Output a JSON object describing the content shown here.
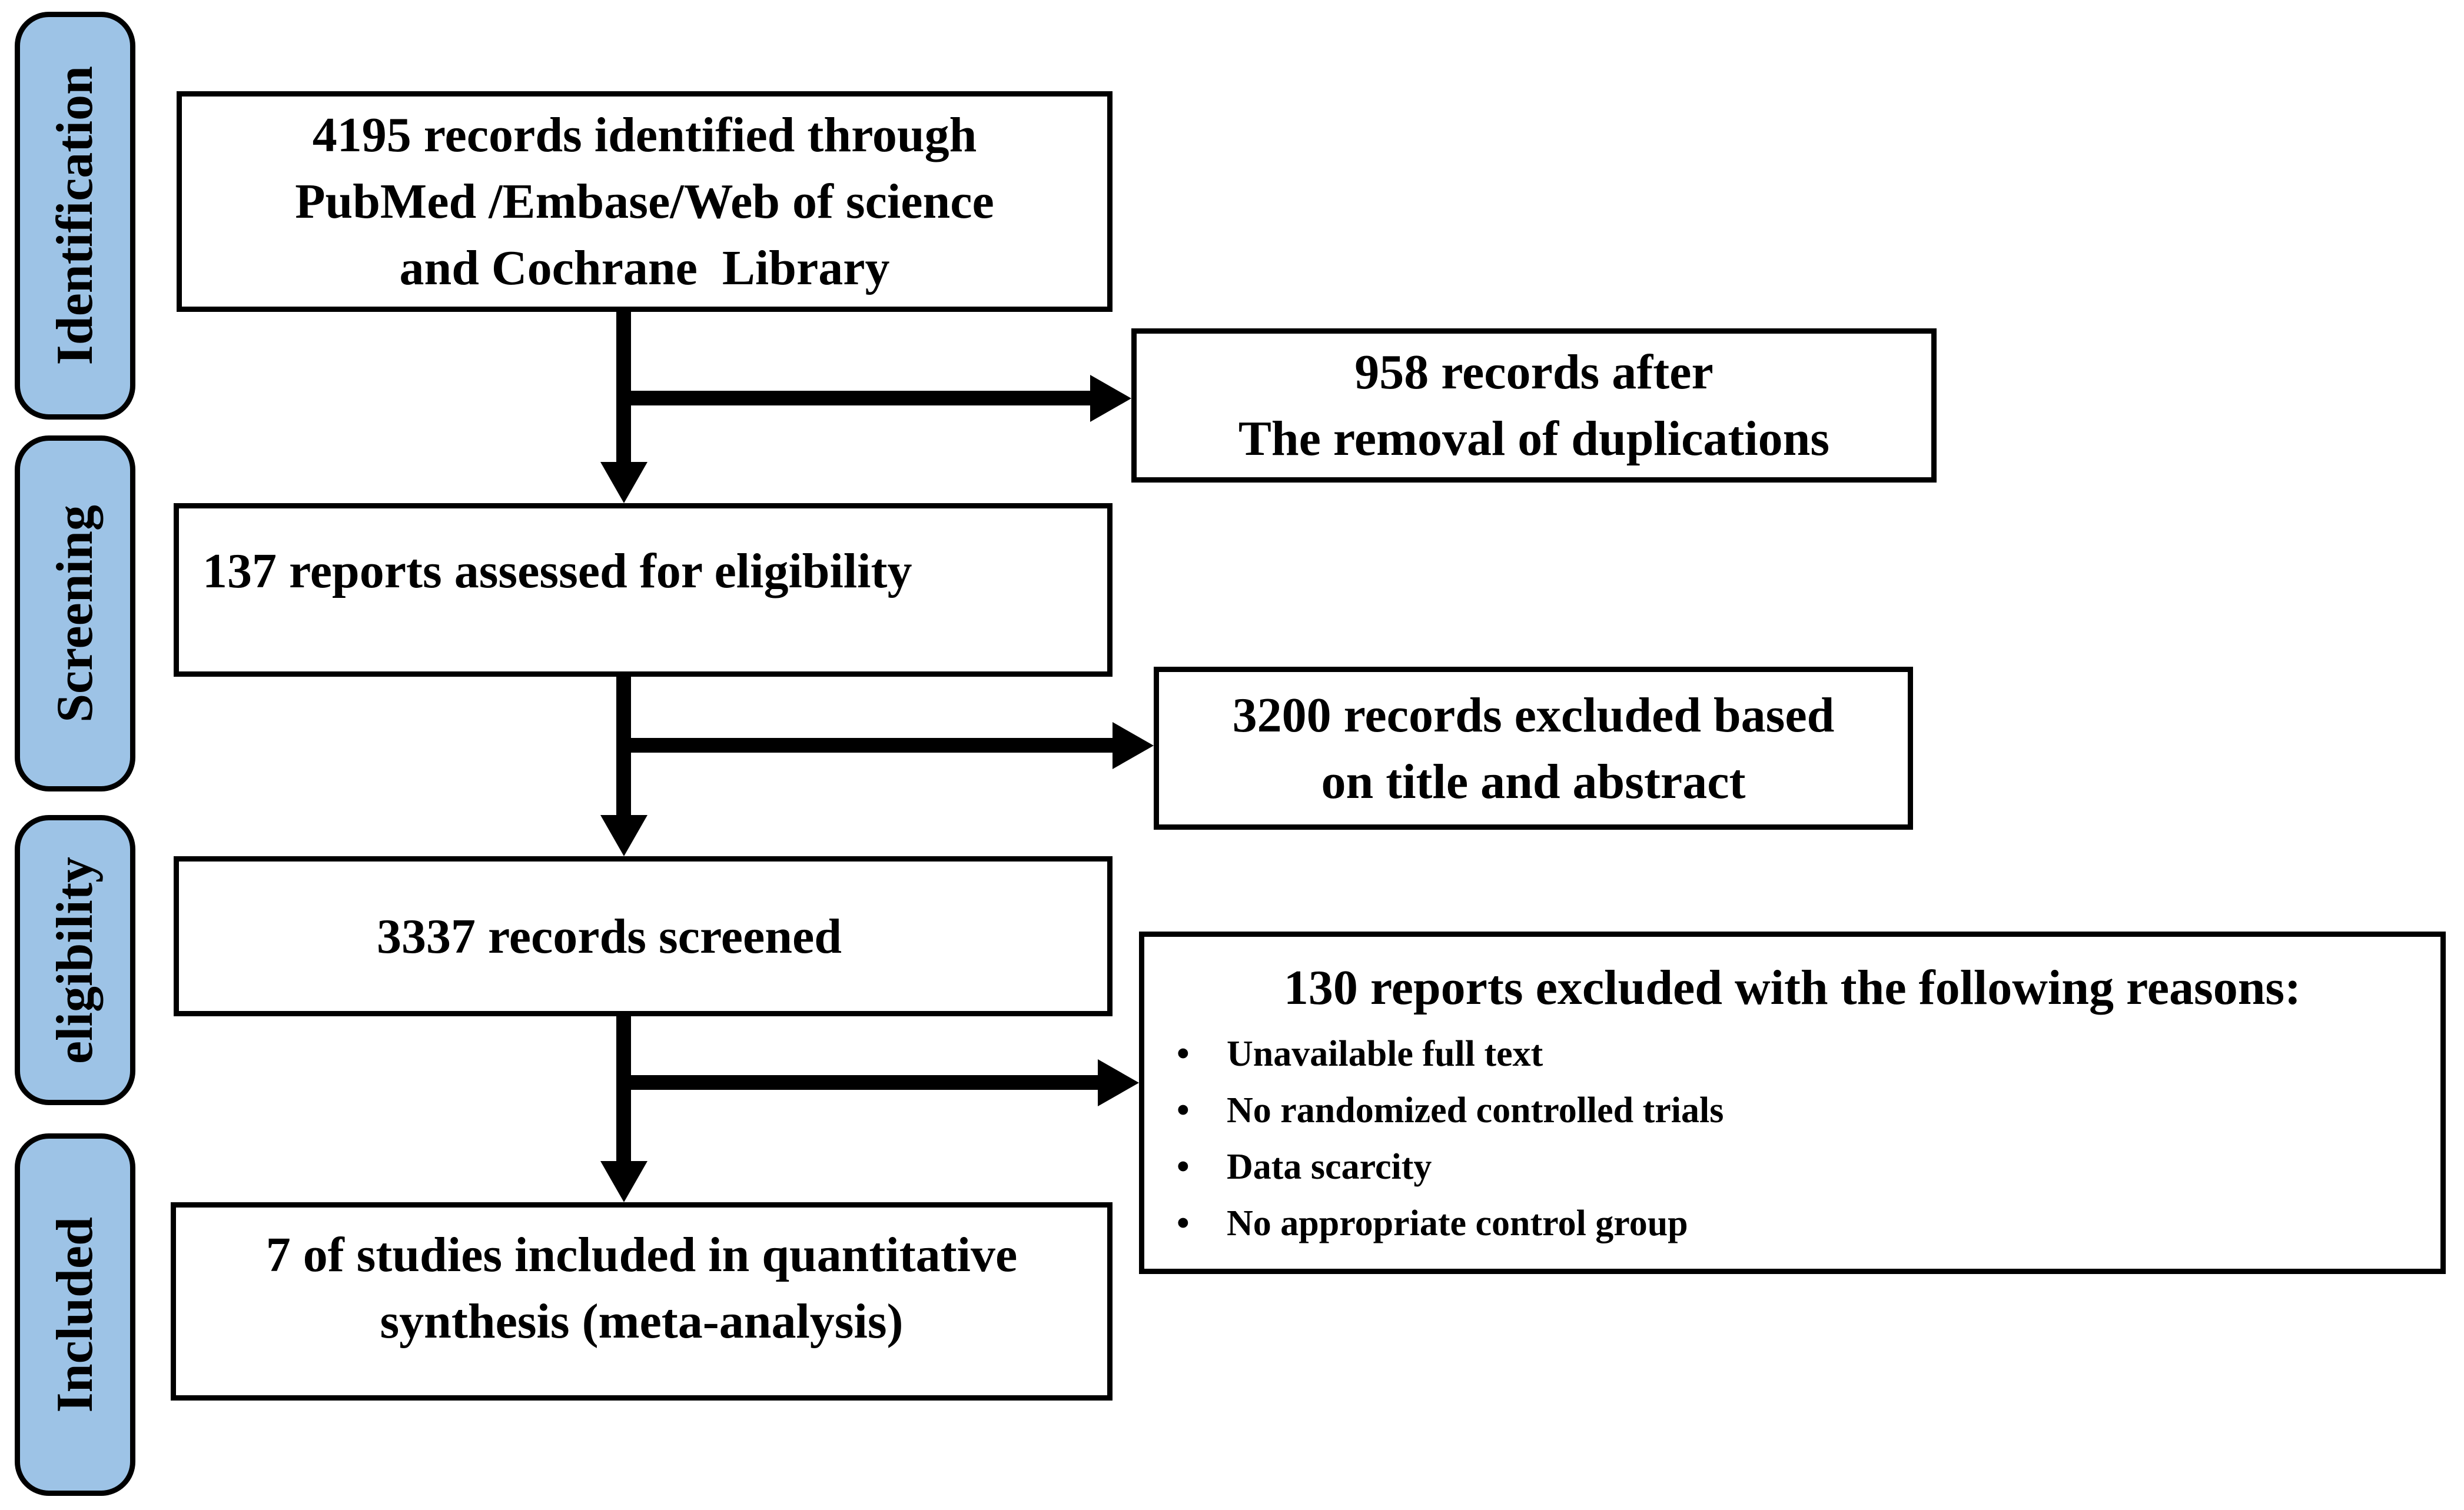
{
  "colors": {
    "stage_fill": "#9DC3E6",
    "line_and_border": "#000000",
    "box_fill": "#FFFFFF"
  },
  "sidebar": {
    "stages": [
      {
        "label": "Identification"
      },
      {
        "label": "Screening"
      },
      {
        "label": "eligibility"
      },
      {
        "label": "Included"
      }
    ]
  },
  "flow": {
    "records_identified": {
      "lines": [
        "4195 records identified through",
        "PubMed /Embase/Web of science",
        "and Cochrane  Library"
      ]
    },
    "after_duplicates": {
      "lines": [
        "958 records after",
        "The removal of duplications"
      ]
    },
    "assessed_eligibility": {
      "lines": [
        "137 reports assessed for eligibility"
      ]
    },
    "excluded_title_abstract": {
      "lines": [
        "3200 records excluded based",
        "on title and abstract"
      ]
    },
    "records_screened": {
      "lines": [
        "3337 records screened"
      ]
    },
    "reports_excluded": {
      "title": "130 reports excluded with the following reasons:",
      "bullet": "•",
      "reasons": [
        "Unavailable full text",
        "No randomized controlled trials",
        "Data scarcity",
        "No appropriate control group"
      ]
    },
    "included_synthesis": {
      "lines": [
        "7 of studies included in quantitative",
        "synthesis (meta-analysis)"
      ]
    }
  }
}
